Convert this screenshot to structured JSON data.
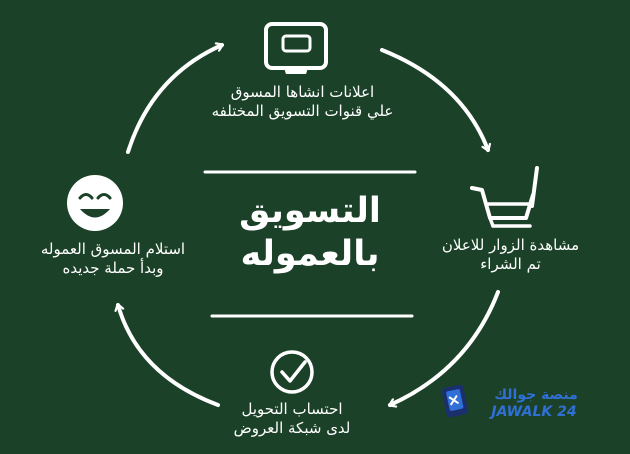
{
  "title": {
    "line1": "التسويق",
    "line2": "بالعموله"
  },
  "steps": [
    {
      "icon": "monitor-icon",
      "line1": "اعلانات انشاها المسوق",
      "line2": "علي قنوات التسويق المختلفه"
    },
    {
      "icon": "shopping-cart-icon",
      "line1": "مشاهدة الزوار للاعلان",
      "line2": "تم الشراء"
    },
    {
      "icon": "check-circle-icon",
      "line1": "احتساب التحويل",
      "line2": "لدى شبكة العروض"
    },
    {
      "icon": "smiley-face-icon",
      "line1": "استلام المسوق العموله",
      "line2": "وبدأ حملة جديده"
    }
  ],
  "logo": {
    "arabic": "منصة جوالك",
    "latin": "JAWALK 24"
  },
  "colors": {
    "background": "#1b4228",
    "foreground": "#ffffff",
    "logo_blue": "#2f6fd6",
    "logo_navy": "#1b2f6e"
  }
}
